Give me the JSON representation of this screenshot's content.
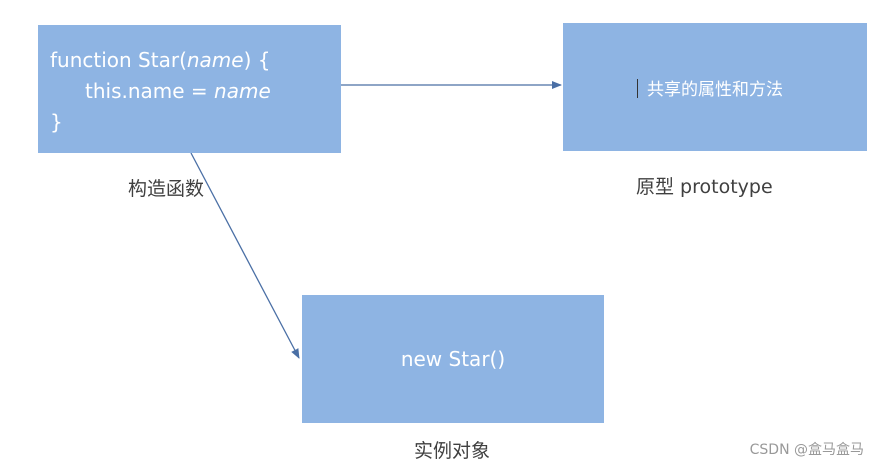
{
  "constructor_box": {
    "line1_prefix": "function Star(",
    "line1_param": "name",
    "line1_suffix": ") {",
    "line2_prefix": "this.name = ",
    "line2_value": "name",
    "line3": "}"
  },
  "constructor_caption": "构造函数",
  "prototype_box": {
    "label": "共享的属性和方法"
  },
  "prototype_caption": "原型 prototype",
  "instance_box": {
    "label": "new Star()"
  },
  "instance_caption": "实例对象",
  "watermark": "CSDN @盒马盒马",
  "colors": {
    "box_fill": "#8eb4e3",
    "arrow": "#4a6fa5",
    "text_on_box": "#ffffff"
  }
}
